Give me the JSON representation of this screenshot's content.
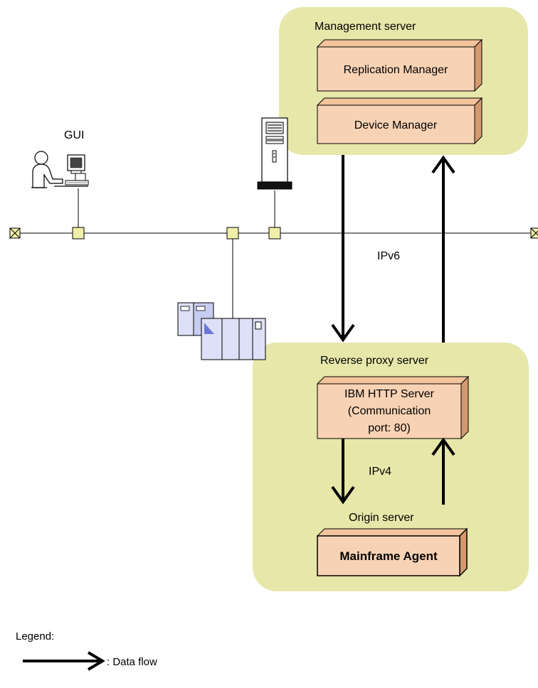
{
  "diagram": {
    "management_server": {
      "title": "Management server",
      "components": [
        "Replication Manager",
        "Device Manager"
      ]
    },
    "gui_label": "GUI",
    "network_label": "IPv6",
    "reverse_proxy_server": {
      "title": "Reverse proxy server",
      "component_lines": [
        "IBM HTTP Server",
        "(Communication",
        "port: 80)"
      ],
      "inner_link_label": "IPv4",
      "origin_title": "Origin server",
      "origin_component": "Mainframe Agent"
    }
  },
  "legend": {
    "title": "Legend:",
    "data_flow": ": Data flow"
  },
  "colors": {
    "server_zone": "#e6e7a9",
    "component_box": "#f8d2b4",
    "component_side": "#d49a6f",
    "node": "#f0efa9",
    "storage": "#c7cdf0"
  }
}
